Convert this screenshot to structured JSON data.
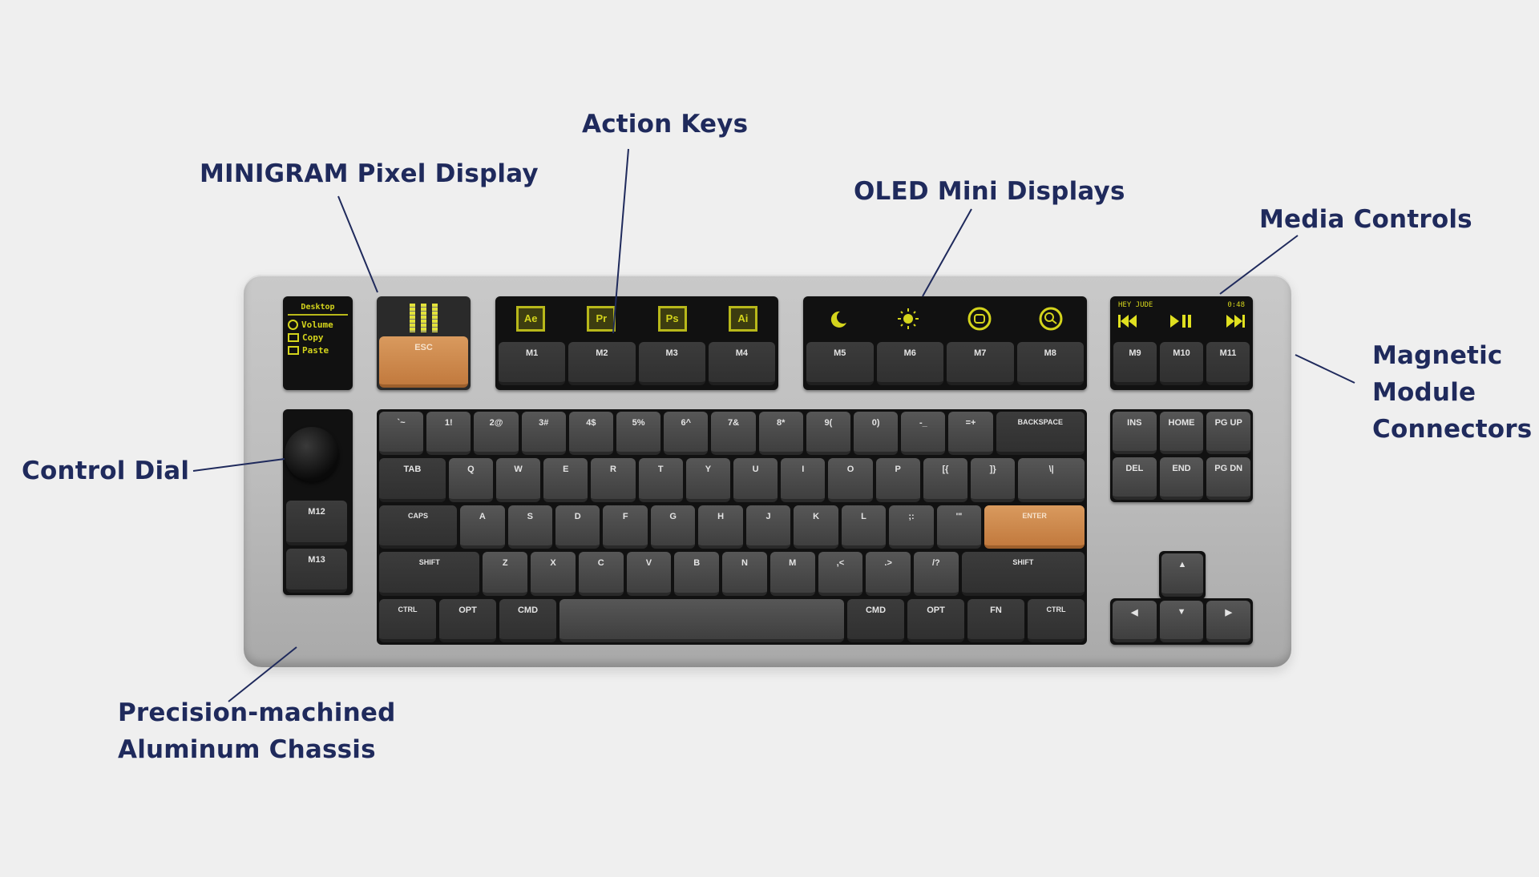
{
  "annotations": {
    "action_keys": "Action Keys",
    "minigram": "MINIGRAM Pixel Display",
    "oled": "OLED Mini Displays",
    "media": "Media Controls",
    "magnetic": [
      "Magnetic",
      "Module",
      "Connectors"
    ],
    "dial": "Control Dial",
    "chassis": [
      "Precision-machined",
      "Aluminum Chassis"
    ]
  },
  "colors": {
    "background": "#efefef",
    "label": "#1f2a5c",
    "accent_key": "#d08a4e",
    "oled_yellow": "#d4d41c"
  },
  "info_display": {
    "title": "Desktop",
    "items": [
      {
        "icon": "dial-icon",
        "label": "Volume"
      },
      {
        "icon": "key-icon",
        "label": "Copy"
      },
      {
        "icon": "key-icon",
        "label": "Paste"
      }
    ]
  },
  "minigram": {
    "key": "ESC"
  },
  "action_module": {
    "apps": [
      "Ae",
      "Pr",
      "Ps",
      "Ai"
    ],
    "keys": [
      "M1",
      "M2",
      "M3",
      "M4"
    ]
  },
  "oled_module": {
    "icons": [
      "moon-icon",
      "sun-icon",
      "profile-icon",
      "search-icon"
    ],
    "keys": [
      "M5",
      "M6",
      "M7",
      "M8"
    ]
  },
  "media_module": {
    "track": "HEY JUDE",
    "time": "0:48",
    "icons": [
      "previous-icon",
      "play-pause-icon",
      "next-icon"
    ],
    "keys": [
      "M9",
      "M10",
      "M11"
    ]
  },
  "dial_module": {
    "keys": [
      "M12",
      "M13"
    ]
  },
  "keyboard": {
    "rows": [
      [
        "`~",
        "1!",
        "2@",
        "3#",
        "4$",
        "5%",
        "6^",
        "7&",
        "8*",
        "9(",
        "0)",
        "-_",
        "=+",
        "BACKSPACE"
      ],
      [
        "TAB",
        "Q",
        "W",
        "E",
        "R",
        "T",
        "Y",
        "U",
        "I",
        "O",
        "P",
        "[{",
        "]}",
        "\\|"
      ],
      [
        "CAPS",
        "A",
        "S",
        "D",
        "F",
        "G",
        "H",
        "J",
        "K",
        "L",
        ";:",
        "'\"",
        "ENTER"
      ],
      [
        "SHIFT",
        "Z",
        "X",
        "C",
        "V",
        "B",
        "N",
        "M",
        ",<",
        ".>",
        "/?",
        "SHIFT"
      ],
      [
        "CTRL",
        "OPT",
        "CMD",
        "",
        "CMD",
        "OPT",
        "FN",
        "CTRL"
      ]
    ]
  },
  "nav_cluster": {
    "keys": [
      [
        "INS",
        "HOME",
        "PG UP"
      ],
      [
        "DEL",
        "END",
        "PG DN"
      ]
    ]
  },
  "arrows": {
    "up": "▲",
    "left": "◀",
    "down": "▼",
    "right": "▶"
  }
}
